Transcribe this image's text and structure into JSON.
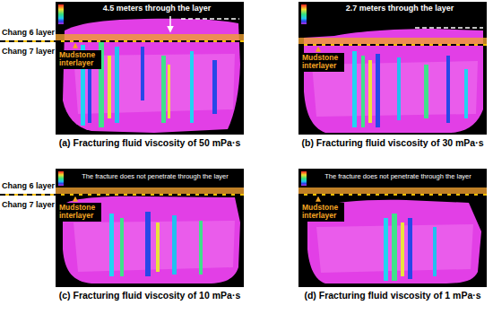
{
  "diagram": {
    "nodes": [
      {
        "text": [
          "4.5 meters through the layer",
          "Mudstone interlayer",
          "(a) Fracturing fluid viscosity of 50 mPa·s"
        ]
      },
      {
        "text": [
          "2.7 meters through the layer",
          "Mudstone interlayer",
          "(b) Fracturing fluid viscosity of 30 mPa·s"
        ]
      },
      {
        "text": [
          "The fracture does not penetrate through the layer",
          "Mudstone interlayer",
          "(c) Fracturing fluid viscosity of 10 mPa·s"
        ]
      },
      {
        "text": [
          "The fracture does not penetrate through the layer",
          "Mudstone interlayer",
          "(d) Fracturing fluid viscosity of 1 mPa·s"
        ]
      }
    ],
    "labels": [
      "Chang 6 layer",
      "Chang 7 layer",
      "Chang 6 layer",
      "Chang 7 layer"
    ]
  }
}
